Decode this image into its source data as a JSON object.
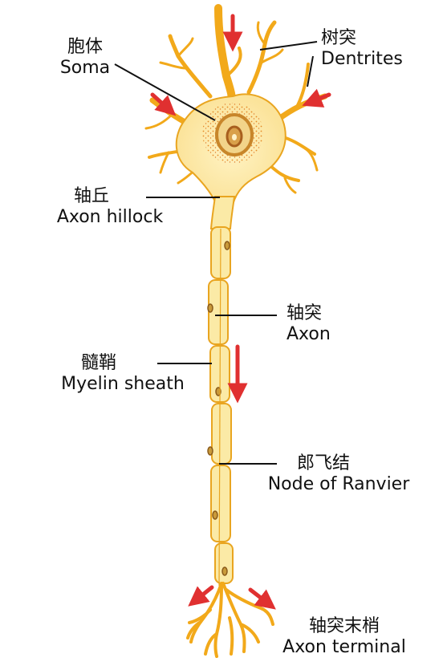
{
  "labels": {
    "soma": {
      "zh": "胞体",
      "en": "Soma"
    },
    "dendrites": {
      "zh": "树突",
      "en": "Dentrites"
    },
    "hillock": {
      "zh": "轴丘",
      "en": "Axon hillock"
    },
    "axon": {
      "zh": "轴突",
      "en": "Axon"
    },
    "myelin": {
      "zh": "髓鞘",
      "en": "Myelin sheath"
    },
    "ranvier": {
      "zh": "郎飞结",
      "en": "Node of Ranvier"
    },
    "terminal": {
      "zh": "轴突末梢",
      "en": "Axon terminal"
    }
  },
  "colors": {
    "cell_fill": "#fbeaa6",
    "cell_outline": "#e9a520",
    "branch": "#f2a91a",
    "nucleus_outer": "#c8862a",
    "nucleus_inner": "#a85f1e",
    "granules": "#e07a10",
    "arrow": "#e03030",
    "leader": "#111111"
  },
  "icons": [
    "signal-direction-arrow"
  ]
}
